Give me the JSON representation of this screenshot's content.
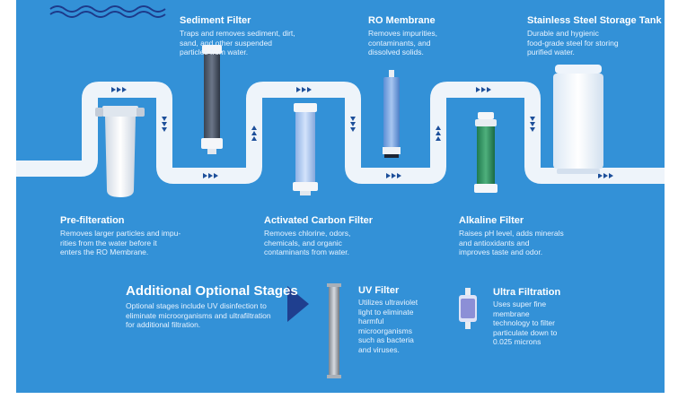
{
  "stages": [
    {
      "title": "Sediment Filter",
      "desc": "Traps and removes sediment, dirt,\nsand, and other suspended\nparticles from water."
    },
    {
      "title": "RO Membrane",
      "desc": "Removes impurities,\ncontaminants, and\ndissolved solids."
    },
    {
      "title": "Stainless Steel Storage Tank",
      "desc": "Durable and hygienic\nfood-grade steel for storing\npurified water."
    },
    {
      "title": "Pre-filteration",
      "desc": "Removes larger particles and impu-\nrities from the water before it\nenters the RO Membrane."
    },
    {
      "title": "Activated Carbon Filter",
      "desc": "Removes chlorine, odors,\nchemicals, and organic\ncontaminants from water."
    },
    {
      "title": "Alkaline Filter",
      "desc": "Raises pH level, adds minerals\nand antioxidants and\nimproves taste and odor."
    }
  ],
  "optional": {
    "title": "Additional Optional Stages",
    "desc": "Optional stages include UV disinfection to\neliminate microorganisms and ultrafiltration\nfor additional filtration.",
    "uv": {
      "title": "UV Filter",
      "desc": "Utilizes ultraviolet\nlight to eliminate\nharmful\nmicroorganisms\nsuch as bacteria\nand viruses."
    },
    "uf": {
      "title": "Ultra Filtration",
      "desc": "Uses super fine\nmembrane\ntechnology to filter\nparticulate down to\n0.025 microns"
    }
  },
  "colors": {
    "background": "#3391d7",
    "pipe": "#eef4fa",
    "arrow": "#1d4f9a",
    "accent": "#1f3f8f"
  },
  "icons": [
    "wave-icon",
    "flow-arrow-icon",
    "play-triangle-icon"
  ]
}
